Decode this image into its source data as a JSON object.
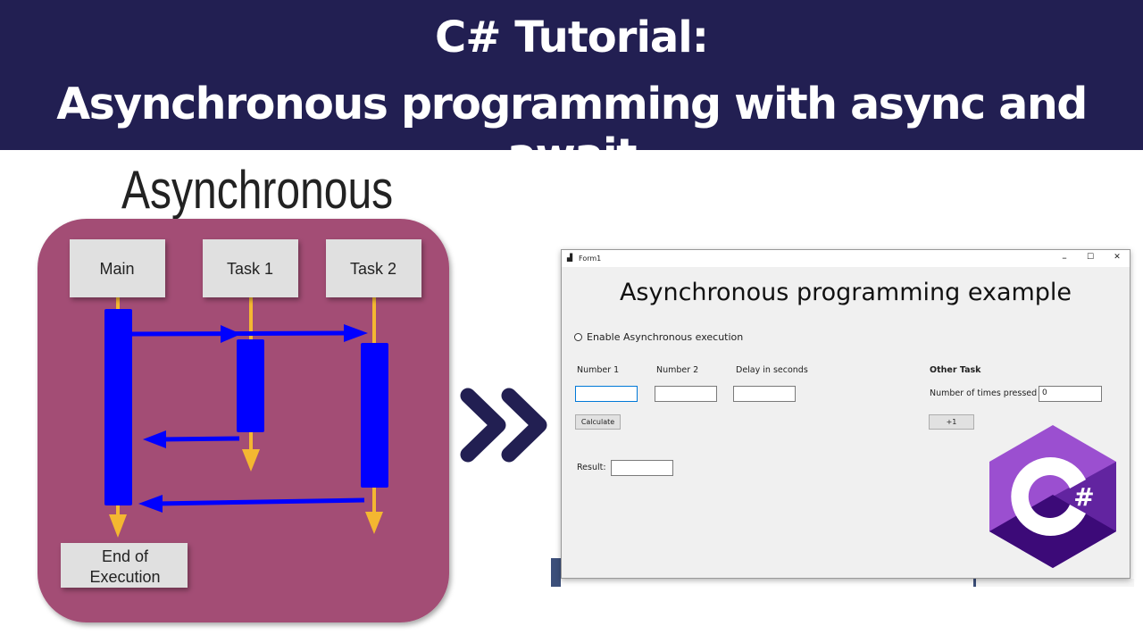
{
  "banner": {
    "line1": "C# Tutorial:",
    "line2": "Asynchronous programming with async and await",
    "bg": "#221f52"
  },
  "diagram": {
    "title": "Asynchronous",
    "background": "#a34d75",
    "lanes": [
      "Main",
      "Task 1",
      "Task 2"
    ],
    "end_label_1": "End of",
    "end_label_2": "Execution",
    "bar_color": "#0000ff",
    "line_color": "#f4b731"
  },
  "arrow_icon": "double-chevron-right",
  "window": {
    "title": "Form1",
    "minimize": "–",
    "maximize": "☐",
    "close": "✕",
    "heading": "Asynchronous programming example",
    "radio_label": "Enable Asynchronous execution",
    "number1_label": "Number 1",
    "number2_label": "Number 2",
    "delay_label": "Delay in seconds",
    "number1_value": "",
    "number2_value": "",
    "delay_value": "",
    "calculate_label": "Calculate",
    "result_label": "Result:",
    "result_value": "",
    "other_task_label": "Other Task",
    "times_pressed_label": "Number of times pressed",
    "times_pressed_value": "0",
    "plus_one_label": "+1"
  },
  "logo": {
    "text": "#",
    "name": "csharp-logo"
  }
}
